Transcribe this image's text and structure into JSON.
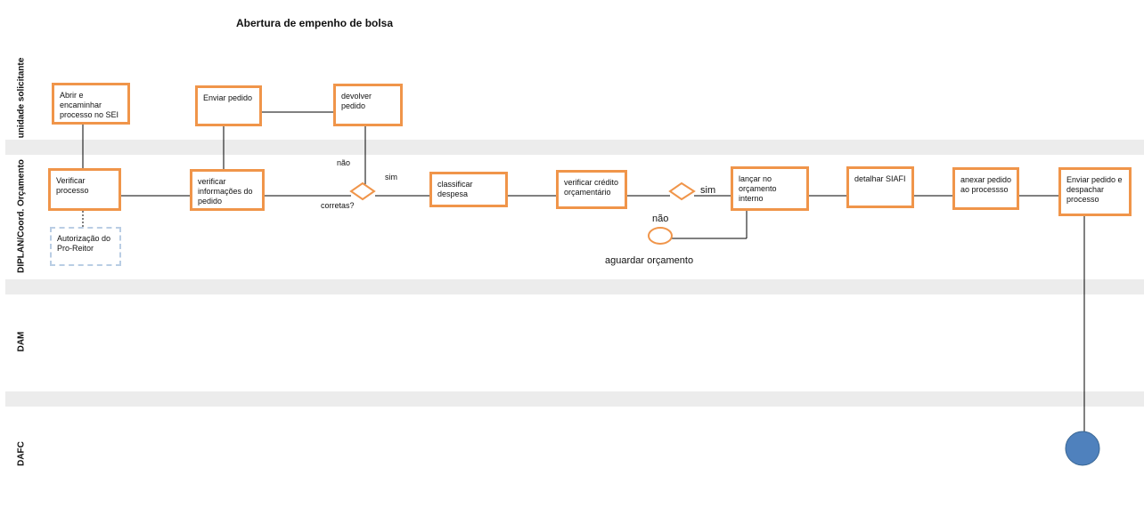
{
  "title": "Abertura de empenho de bolsa",
  "lanes": {
    "unidade": "unidade solicitante",
    "diplan": "DIPLAN/Coord. Orçamento",
    "dam": "DAM",
    "dafc": "DAFC"
  },
  "boxes": {
    "abrir": "Abrir e encaminhar processo  no SEI",
    "enviar_pedido": "Enviar pedido",
    "devolver": "devolver pedido",
    "verificar_processo": "Verificar processo",
    "autorizacao": "Autorização do Pro-Reitor",
    "verificar_info": "verificar informações do pedido",
    "classificar": "classificar despesa",
    "verificar_credito": "verificar crédito orçamentário",
    "lancar": "lançar no orçamento interno",
    "detalhar": "detalhar SIAFI",
    "anexar": "anexar pedido ao processso",
    "enviar_despachar": "Enviar pedido e despachar processo"
  },
  "labels": {
    "nao1": "não",
    "sim1": "sim",
    "corretas": "corretas?",
    "sim2": "sim",
    "nao2": "não",
    "aguardar": "aguardar orçamento"
  },
  "colors": {
    "box_border": "#f0954a",
    "dashed_border": "#b9cde4",
    "end_event": "#4f81bd",
    "lane_separator": "#ececec"
  }
}
